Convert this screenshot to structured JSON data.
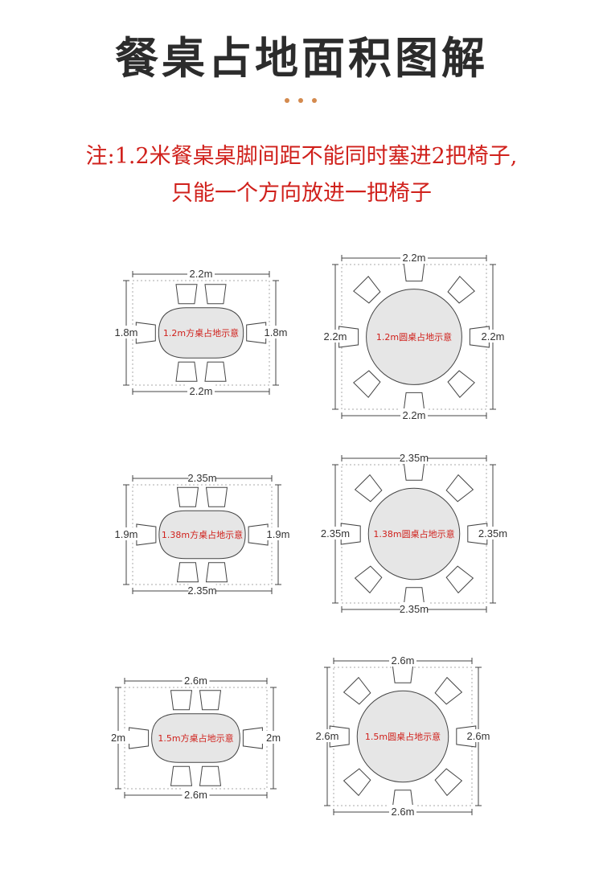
{
  "title": "餐桌占地面积图解",
  "note": {
    "line1": "注:1.2米餐桌桌脚间距不能同时塞进2把椅子,",
    "line2": "只能一个方向放进一把椅子"
  },
  "colors": {
    "note": "#d0211c",
    "dots": "#d48a4e",
    "table_fill": "#e6e6e6",
    "table_label": "#d0211c"
  },
  "diagrams": [
    {
      "kind": "rect",
      "width_label": "2.2m",
      "height_label": "1.8m",
      "table_label": "1.2m方桌占地示意"
    },
    {
      "kind": "round",
      "width_label": "2.2m",
      "height_label": "2.2m",
      "table_label": "1.2m圆桌占地示意"
    },
    {
      "kind": "rect",
      "width_label": "2.35m",
      "height_label": "1.9m",
      "table_label": "1.38m方桌占地示意"
    },
    {
      "kind": "round",
      "width_label": "2.35m",
      "height_label": "2.35m",
      "table_label": "1.38m圆桌占地示意"
    },
    {
      "kind": "rect",
      "width_label": "2.6m",
      "height_label": "2m",
      "table_label": "1.5m方桌占地示意"
    },
    {
      "kind": "round",
      "width_label": "2.6m",
      "height_label": "2.6m",
      "table_label": "1.5m圆桌占地示意"
    }
  ]
}
